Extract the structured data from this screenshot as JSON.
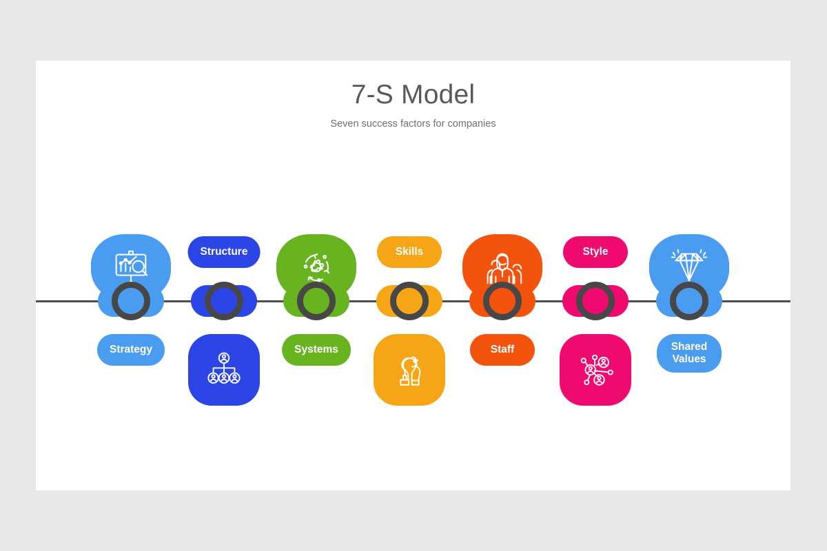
{
  "slide": {
    "title": "7-S Model",
    "subtitle": "Seven success factors for companies",
    "background_color": "#e8e8e9",
    "canvas_color": "#ffffff",
    "axis_color": "#4d4d4d",
    "marker_ring_color": "#474747"
  },
  "steps": [
    {
      "index": 1,
      "label": "Strategy",
      "color": "#4a9cf0",
      "icon": "presentation-chart-search-icon",
      "orientation": "icon-top"
    },
    {
      "index": 2,
      "label": "Structure",
      "color": "#2b45e6",
      "icon": "org-chart-people-icon",
      "orientation": "label-top"
    },
    {
      "index": 3,
      "label": "Systems",
      "color": "#67b320",
      "icon": "gear-process-arrows-icon",
      "orientation": "icon-top"
    },
    {
      "index": 4,
      "label": "Skills",
      "color": "#f5a516",
      "icon": "lightbulb-puzzle-hand-icon",
      "orientation": "label-top"
    },
    {
      "index": 5,
      "label": "Staff",
      "color": "#f4530e",
      "icon": "people-group-icon",
      "orientation": "icon-top"
    },
    {
      "index": 6,
      "label": "Style",
      "color": "#ee0a6e",
      "icon": "people-network-icon",
      "orientation": "label-top"
    },
    {
      "index": 7,
      "label": "Shared\nValues",
      "color": "#4a9cf0",
      "icon": "diamond-icon",
      "orientation": "icon-top"
    }
  ]
}
